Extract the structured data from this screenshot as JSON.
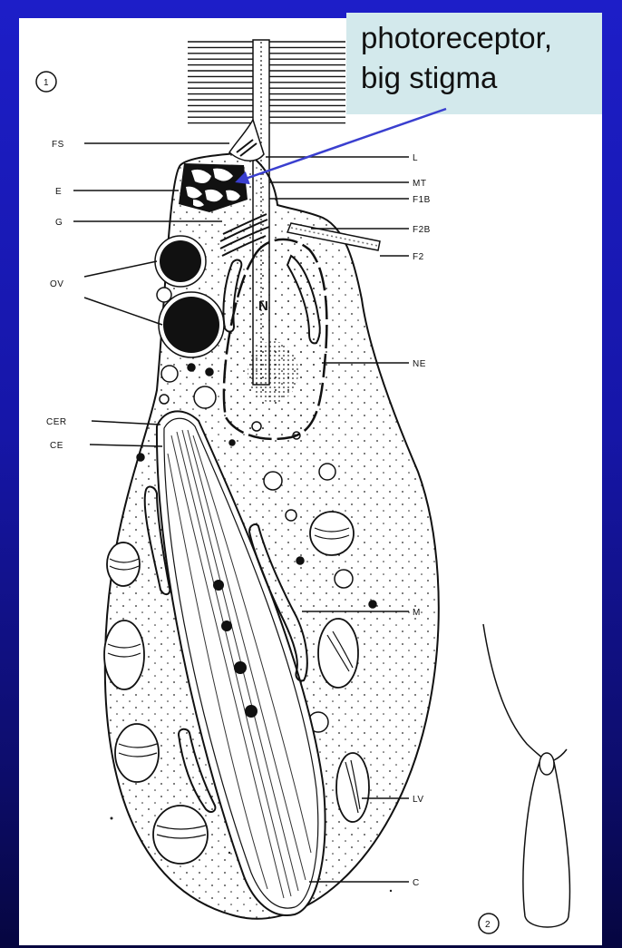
{
  "figure": {
    "figure_numbers": [
      "1",
      "2"
    ],
    "labels": {
      "FS": "FS",
      "E": "E",
      "G": "G",
      "OV": "OV",
      "CER": "CER",
      "CE": "CE",
      "L": "L",
      "MT": "MT",
      "F1B": "F1B",
      "F2B": "F2B",
      "F2": "F2",
      "N": "N",
      "NE": "NE",
      "M": "M",
      "LV": "LV",
      "C": "C"
    }
  },
  "callout": {
    "line1": "photoreceptor,",
    "line2": "big stigma",
    "arrow_color": "#3a3fcf",
    "background": "#d3e9ec"
  },
  "colors": {
    "background_top": "#1d1ec8",
    "background_bottom": "#060640"
  }
}
